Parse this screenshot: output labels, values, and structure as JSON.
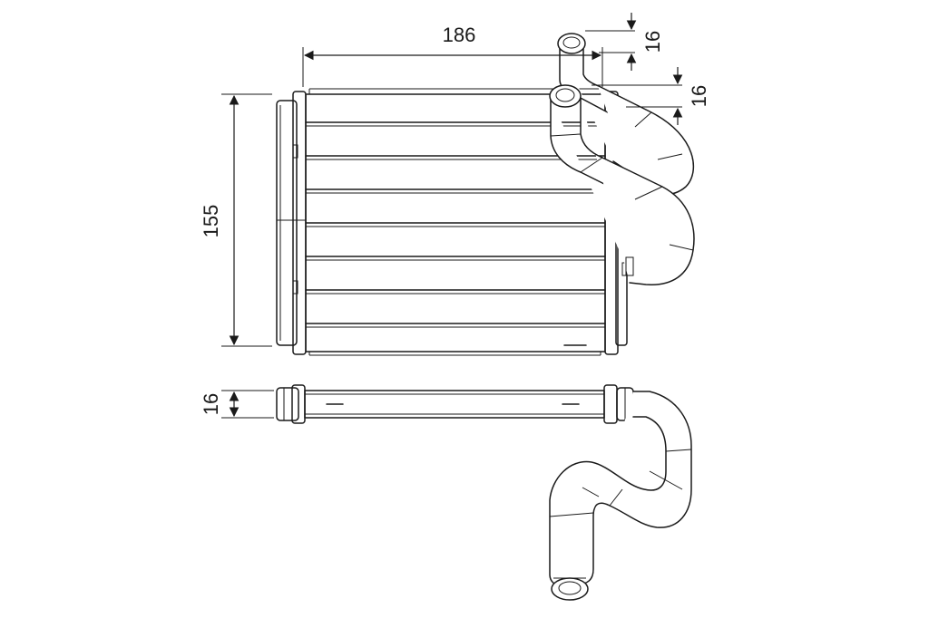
{
  "dimensions": {
    "width": "186",
    "height": "155",
    "pipe_outlet_top": "16",
    "pipe_outlet_lower": "16",
    "core_depth": "16"
  },
  "colors": {
    "line": "#1a1a1a",
    "background": "#ffffff"
  }
}
